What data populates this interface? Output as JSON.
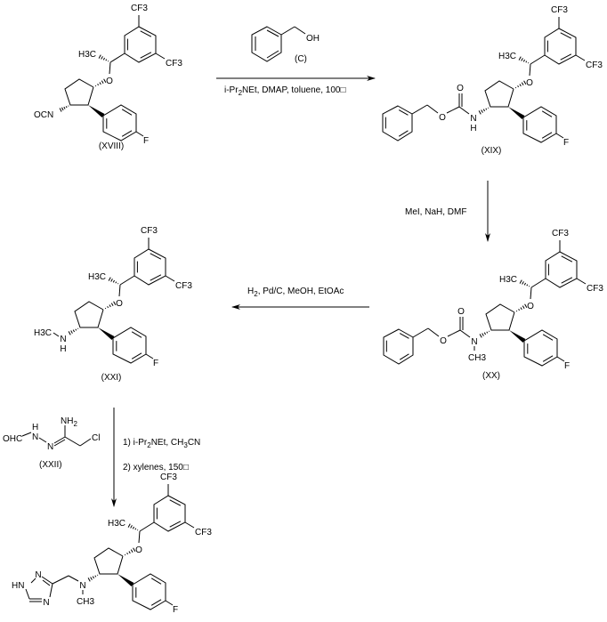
{
  "scheme": {
    "compounds": [
      {
        "id": "XVIII",
        "label": "(XVIII)",
        "amine_group": "OCN"
      },
      {
        "id": "XIX",
        "label": "(XIX)",
        "amine_group": "N",
        "amine_h": "H",
        "carbonyl_o": "O",
        "ester_o": "O"
      },
      {
        "id": "XX",
        "label": "(XX)",
        "amine_group": "N",
        "amine_methyl": "CH3",
        "carbonyl_o": "O",
        "ester_o": "O"
      },
      {
        "id": "XXI",
        "label": "(XXI)",
        "amine_group": "N",
        "amine_h": "H",
        "n_methyl": "H3C"
      },
      {
        "id": "product",
        "label": "",
        "amine_group": "N",
        "amine_methyl": "CH3",
        "triazole_nh": "HN",
        "triazole_n2": "N",
        "triazole_n4": "N"
      }
    ],
    "core_atoms": {
      "cf3_top": "CF3",
      "cf3_right": "CF3",
      "methyl": "H3C",
      "ether_o": "O",
      "fluoro": "F"
    },
    "reagent_c": {
      "label": "(C)",
      "oh": "OH"
    },
    "reagent_xxii": {
      "label": "(XXII)",
      "ohc": "OHC",
      "nh": "N",
      "h": "H",
      "n2": "N",
      "nh2": "NH2",
      "cl": "Cl"
    },
    "steps": [
      {
        "conditions": "i-Pr2NEt, DMAP, toluene, 100□"
      },
      {
        "conditions": "MeI, NaH, DMF"
      },
      {
        "conditions": "H2, Pd/C, MeOH, EtOAc"
      },
      {
        "conditions_1": "1) i-Pr2NEt, CH3CN",
        "conditions_2": "2) xylenes, 150□"
      }
    ]
  }
}
